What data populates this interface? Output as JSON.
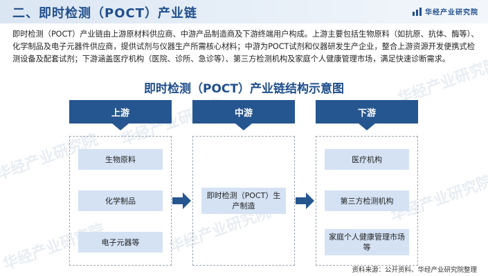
{
  "header": {
    "title": "二、即时检测（POCT）产业链",
    "logo_text": "华经产业研究院",
    "logo_icon": "bar-chart-icon"
  },
  "intro": "即时检测（POCT）产业链由上游原材料供应商、中游产品制造商及下游终端用户构成。上游主要包括生物原料（如抗原、抗体、酶等）、化学制品及电子元器件供应商，提供试剂与仪器生产所需核心材料；中游为POCT试剂和仪器研发生产企业，整合上游资源开发便携式检测设备及配套试剂；下游涵盖医疗机构（医院、诊所、急诊等）、第三方检测机构及家庭个人健康管理市场，满足快速诊断需求。",
  "diagram": {
    "title": "即时检测（POCT）产业链结构示意图",
    "stages": [
      {
        "label": "上游",
        "items": [
          "生物原料",
          "化学制品",
          "电子元器等"
        ]
      },
      {
        "label": "中游",
        "items": [
          "即时检测（POCT）生产制造"
        ]
      },
      {
        "label": "下游",
        "items": [
          "医疗机构",
          "第三方检测机构",
          "家庭个人健康管理市场等"
        ]
      }
    ]
  },
  "watermark": "华经产业研究院",
  "source": "资料来源：公开资料、华经产业研究院整理",
  "colors": {
    "primary": "#26568f",
    "item_bg": "#d4e2f4",
    "title_blue": "#1f4e8c"
  }
}
